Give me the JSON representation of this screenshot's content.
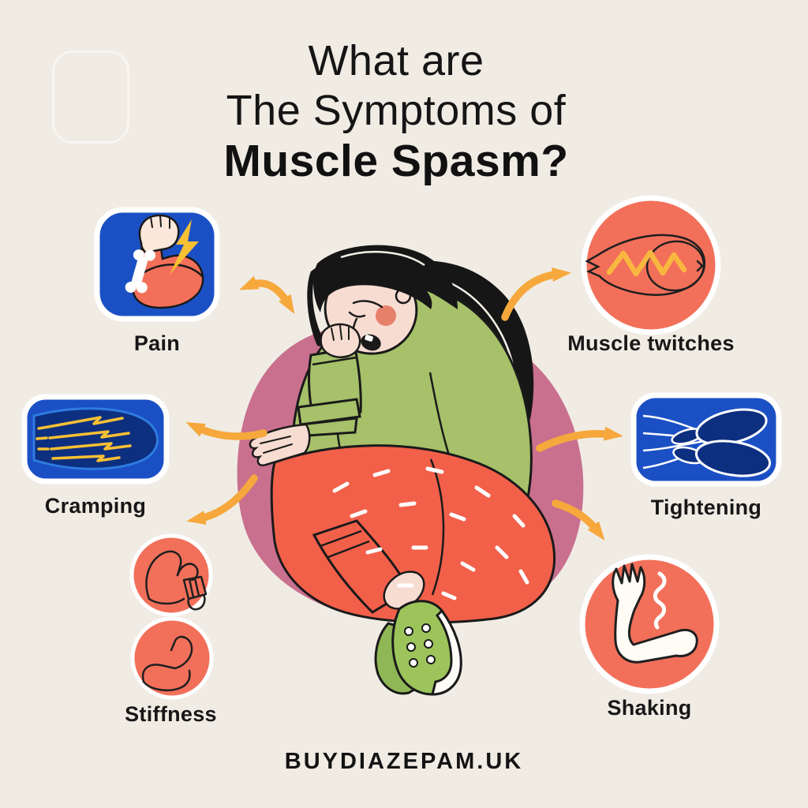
{
  "background": "#F0ECE4",
  "title": {
    "line1": "What are",
    "line2": "The Symptoms of",
    "line3": "Muscle Spasm?"
  },
  "center": {
    "figure": "woman-hugging-knees-in-pain"
  },
  "symptoms": [
    {
      "label": "Pain",
      "position": "top-left",
      "panel": "rounded-square",
      "panel_color": "#1B50C5",
      "icon": "flexed-arm-bone-lightning-icon"
    },
    {
      "label": "Muscle twitches",
      "position": "top-right",
      "panel": "circle",
      "panel_color": "#F2705A",
      "icon": "muscle-fiber-zigzag-icon"
    },
    {
      "label": "Cramping",
      "position": "middle-left",
      "panel": "rounded-rect",
      "panel_color": "#1B50C5",
      "icon": "cramped-muscle-streaks-icon"
    },
    {
      "label": "Tightening",
      "position": "middle-right",
      "panel": "rounded-rect",
      "panel_color": "#1B50C5",
      "icon": "tight-muscle-fibers-icon"
    },
    {
      "label": "Stiffness",
      "position": "bottom-left",
      "panel": "stacked-circles",
      "panel_color": "#F2705A",
      "icon": "flexed-arms-icon"
    },
    {
      "label": "Shaking",
      "position": "bottom-right",
      "panel": "circle",
      "panel_color": "#F2705A",
      "icon": "trembling-arm-icon"
    }
  ],
  "footer": {
    "website": "BUYDIAZEPAM.UK"
  },
  "palette": {
    "blue": "#1B50C5",
    "navy": "#0D2F80",
    "coral": "#F2705A",
    "arrow_yellow": "#F6A83C",
    "bolt_yellow": "#F8C033",
    "blob_pink": "#C9708F",
    "shirt_green": "#A6C169",
    "pants_orange": "#F2604A",
    "skin": "#F7DCD1",
    "hair": "#161616",
    "text": "#171717"
  }
}
